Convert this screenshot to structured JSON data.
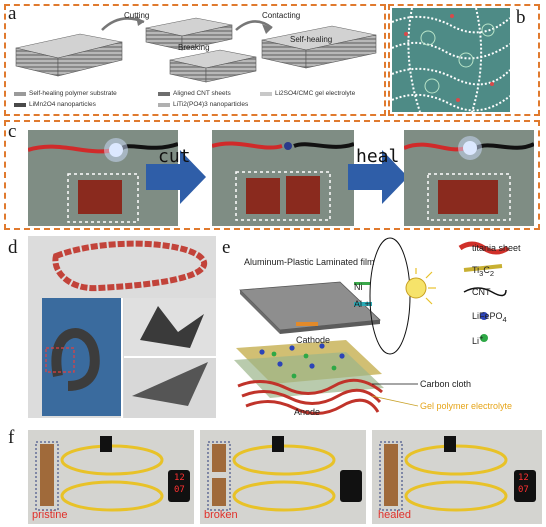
{
  "panels": {
    "a": {
      "label": "a",
      "steps": [
        "Cutting",
        "Breaking",
        "Contacting",
        "Self-healing"
      ],
      "legend": [
        {
          "text": "Self-healing polymer substrate",
          "color": "#9a9a9a"
        },
        {
          "text": "Aligned CNT sheets",
          "color": "#6e6e6e"
        },
        {
          "text": "Li2SO4/CMC gel electrolyte",
          "color": "#c8c8c8"
        },
        {
          "text": "LiMn2O4 nanoparticles",
          "color": "#4a4a4a"
        },
        {
          "text": "LiTi2(PO4)3 nanoparticles",
          "color": "#b0b0b0"
        }
      ]
    },
    "b": {
      "label": "b"
    },
    "c": {
      "label": "c",
      "arrows": [
        "cut",
        "heal"
      ]
    },
    "d": {
      "label": "d"
    },
    "e": {
      "label": "e",
      "film_label": "Aluminum-Plastic Laminated film",
      "ni_label": "Ni",
      "al_label": "Al +",
      "cathode": "Cathode",
      "anode": "Anode",
      "carbon_cloth": "Carbon cloth",
      "gel": "Gel polymer electrolyte",
      "legend": [
        "titania sheet",
        "Ti3C2",
        "CNT",
        "LiFePO4",
        "Li+"
      ]
    },
    "f": {
      "label": "f",
      "states": [
        "pristine",
        "broken",
        "healed"
      ],
      "display": [
        "12",
        "07"
      ]
    }
  },
  "colors": {
    "orange_border": "#e07a2e",
    "arrow_blue": "#2f5ea8",
    "state_red": "#e0302a",
    "gel_yellow": "#e6a51a"
  }
}
